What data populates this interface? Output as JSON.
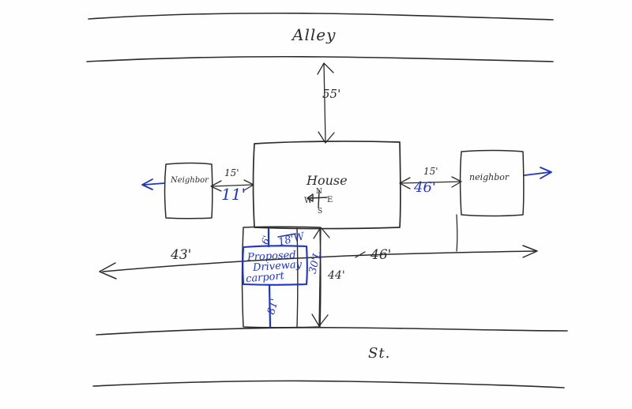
{
  "drawing": {
    "title": "Hand-drawn residential site plan sketch",
    "ink_black": "#2b2b2b",
    "ink_blue": "#1f35c4"
  },
  "streets": {
    "alley_label": "Alley",
    "street_label": "St."
  },
  "structures": {
    "house_label": "House",
    "neighbor_left_label": "Neighbor",
    "neighbor_right_label": "neighbor",
    "driveway_line1": "Proposed",
    "driveway_line2": "Driveway",
    "driveway_line3": "carport"
  },
  "compass": {
    "north": "N",
    "south": "S",
    "east": "E",
    "west": "W"
  },
  "dimensions": {
    "alley_setback": "55'",
    "left_setback_black": "15'",
    "right_setback_black": "15'",
    "left_frontage_black": "43'",
    "right_frontage_black": "46'",
    "rear_depth_black": "44'",
    "left_setback_blue": "11'",
    "right_setback_blue": "46'",
    "driveway_width_blue": "18'W",
    "driveway_offset_blue": "6'",
    "driveway_length_blue": "30'L",
    "driveway_run_blue": "81'"
  }
}
